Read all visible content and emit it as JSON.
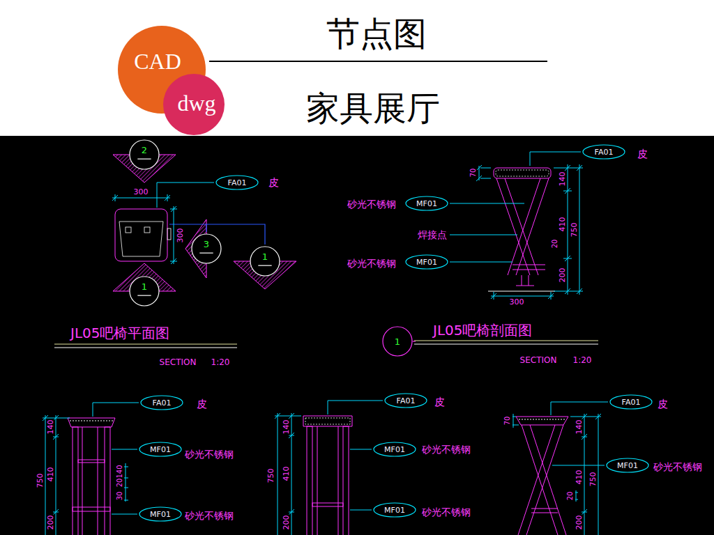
{
  "diagram": {
    "title": "节点图",
    "caption": "家具展厅",
    "nodes": [
      {
        "text": [
          "CAD"
        ]
      },
      {
        "text": [
          "dwg"
        ]
      },
      {
        "text": [
          "2"
        ]
      },
      {
        "text": [
          "FA01"
        ]
      },
      {
        "text": [
          "FA01"
        ]
      },
      {
        "text": [
          "MF01"
        ]
      },
      {
        "text": [
          "3"
        ]
      },
      {
        "text": [
          "1"
        ]
      },
      {
        "text": [
          "MF01"
        ]
      },
      {
        "text": [
          "1"
        ]
      },
      {
        "text": [
          "1"
        ]
      },
      {
        "text": [
          "FA01"
        ]
      },
      {
        "text": [
          "FA01"
        ]
      },
      {
        "text": [
          "FA01"
        ]
      },
      {
        "text": [
          "MF01"
        ]
      },
      {
        "text": [
          "MF01"
        ]
      },
      {
        "text": [
          "MF01"
        ]
      },
      {
        "text": [
          "MF01"
        ]
      },
      {
        "text": [
          "MF01"
        ]
      }
    ],
    "labels": [
      "300",
      "皮",
      "300",
      "JL05吧椅平面图",
      "SECTION",
      "1:20",
      "皮",
      "70",
      "140",
      "砂光不锈钢",
      "410",
      "750",
      "焊接点",
      "20",
      "砂光不锈钢",
      "200",
      "300",
      "JL05吧椅剖面图",
      "SECTION",
      "1:20",
      "皮",
      "140",
      "砂光不锈钢",
      "750",
      "410",
      "140",
      "20",
      "30",
      "砂光不锈钢",
      "200",
      "皮",
      "140",
      "砂光不锈钢",
      "750",
      "410",
      "200",
      "砂光不锈钢",
      "70",
      "皮",
      "140",
      "砂光不锈钢",
      "410",
      "750",
      "20",
      "200"
    ]
  }
}
